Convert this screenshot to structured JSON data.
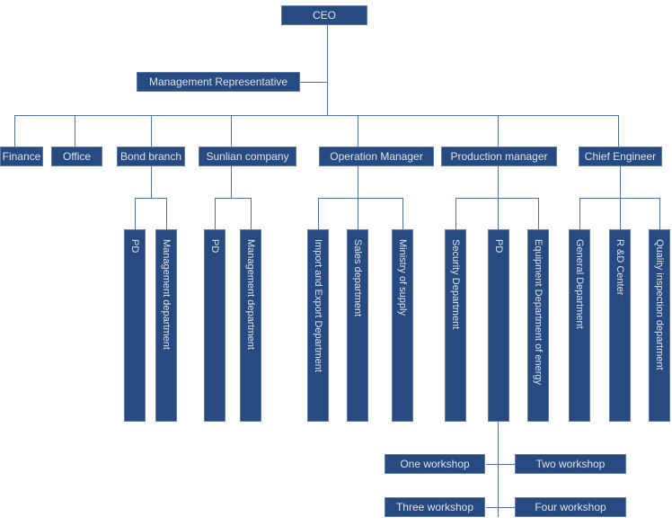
{
  "colors": {
    "background": "#ffffff",
    "box_fill": "#274a80",
    "box_border": "#5f7bac",
    "line": "#54719f",
    "text": "#dee3ec"
  },
  "org": {
    "root": {
      "label": "CEO"
    },
    "staff": {
      "label": "Management Representative"
    },
    "departments": [
      {
        "label": "Finance",
        "children": []
      },
      {
        "label": "Office",
        "children": []
      },
      {
        "label": "Bond branch",
        "children": [
          {
            "label": "PD"
          },
          {
            "label": "Management department"
          }
        ]
      },
      {
        "label": "Sunlian company",
        "children": [
          {
            "label": "PD"
          },
          {
            "label": "Management department"
          }
        ]
      },
      {
        "label": "Operation Manager",
        "children": [
          {
            "label": "Import and Export Department"
          },
          {
            "label": "Sales department"
          },
          {
            "label": "Ministry of supply"
          }
        ]
      },
      {
        "label": "Production manager",
        "children": [
          {
            "label": "Security Department"
          },
          {
            "label": "PD",
            "children": [
              {
                "label": "One workshop"
              },
              {
                "label": "Two workshop"
              },
              {
                "label": "Three workshop"
              },
              {
                "label": "Four workshop"
              }
            ]
          },
          {
            "label": "Equipment Department of energy"
          }
        ]
      },
      {
        "label": "Chief Engineer",
        "children": [
          {
            "label": "General Department"
          },
          {
            "label": "R &D Center"
          },
          {
            "label": "Quality inspection department"
          }
        ]
      }
    ]
  }
}
